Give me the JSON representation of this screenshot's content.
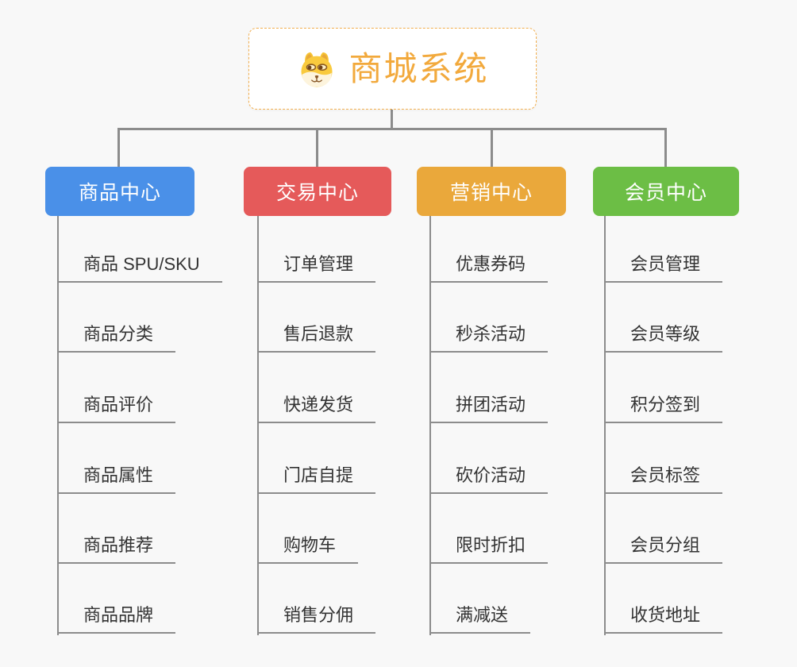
{
  "root": {
    "title": "商城系统",
    "icon": "doge-icon"
  },
  "branches": [
    {
      "label": "商品中心",
      "color": "#4a90e8",
      "items": [
        "商品 SPU/SKU",
        "商品分类",
        "商品评价",
        "商品属性",
        "商品推荐",
        "商品品牌"
      ]
    },
    {
      "label": "交易中心",
      "color": "#e55a5a",
      "items": [
        "订单管理",
        "售后退款",
        "快递发货",
        "门店自提",
        "购物车",
        "销售分佣"
      ]
    },
    {
      "label": "营销中心",
      "color": "#eaa83b",
      "items": [
        "优惠券码",
        "秒杀活动",
        "拼团活动",
        "砍价活动",
        "限时折扣",
        "满减送"
      ]
    },
    {
      "label": "会员中心",
      "color": "#6cbe45",
      "items": [
        "会员管理",
        "会员等级",
        "积分签到",
        "会员标签",
        "会员分组",
        "收货地址"
      ]
    }
  ],
  "colors": {
    "background": "#f8f8f8",
    "connector": "#8c8c8c",
    "item_text": "#333333",
    "root_accent": "#f2a93c",
    "root_border": "#f2ae4d"
  }
}
